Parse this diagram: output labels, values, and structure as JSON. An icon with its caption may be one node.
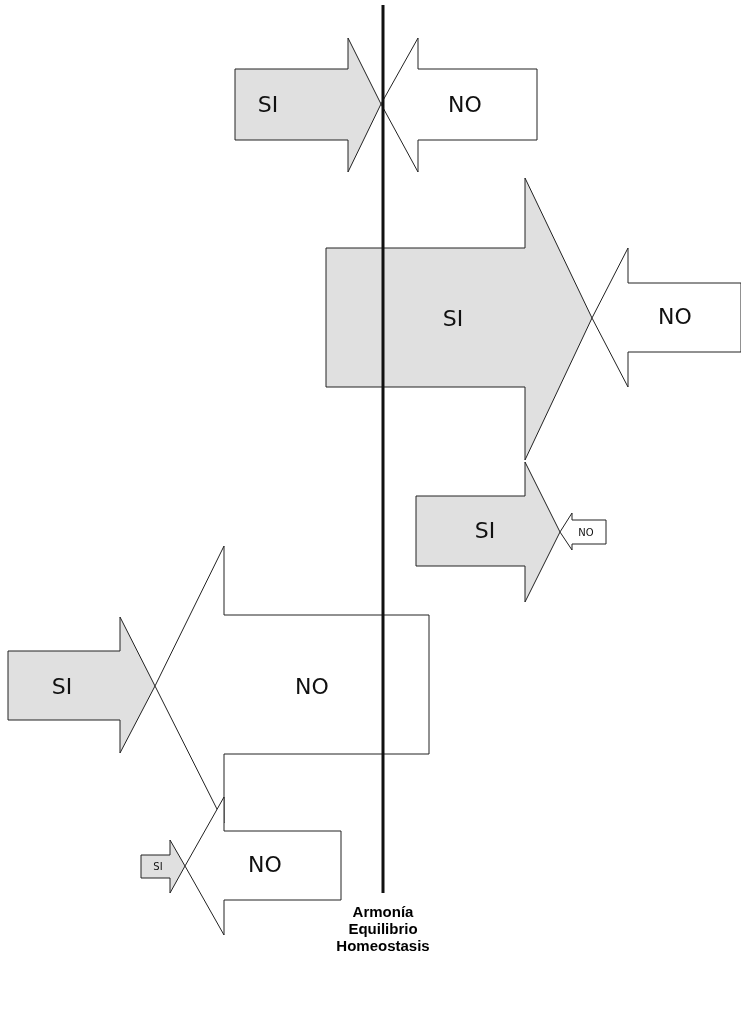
{
  "diagram": {
    "nodes": [
      {
        "text": [
          "SI"
        ]
      },
      {
        "text": [
          "NO"
        ]
      },
      {
        "text": [
          "SI"
        ]
      },
      {
        "text": [
          "NO"
        ]
      },
      {
        "text": [
          "SI"
        ]
      },
      {
        "text": [
          "NO"
        ]
      },
      {
        "text": [
          "SI"
        ]
      },
      {
        "text": [
          "NO"
        ]
      },
      {
        "text": [
          "SI"
        ]
      },
      {
        "text": [
          "NO"
        ]
      }
    ],
    "labels": [
      "Armonía Equilibrio Homeostasis"
    ]
  }
}
